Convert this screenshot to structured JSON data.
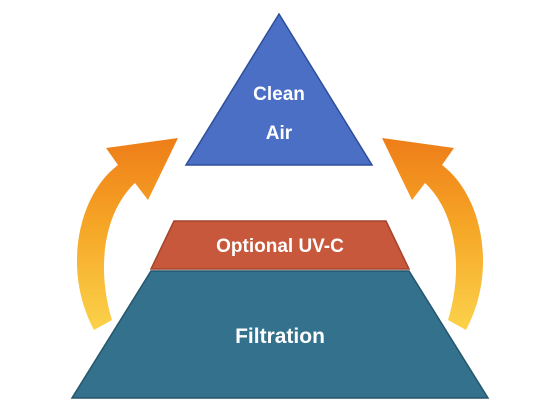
{
  "diagram": {
    "top_layer": {
      "line1": "Clean",
      "line2": "Air"
    },
    "middle_layer": {
      "label": "Optional UV-C"
    },
    "bottom_layer": {
      "label": "Filtration"
    }
  },
  "colors": {
    "top_fill": "#4a6fc4",
    "top_stroke": "#2d4e9a",
    "middle_fill": "#c8583c",
    "middle_stroke": "#a4442c",
    "bottom_fill": "#33718d",
    "bottom_stroke": "#24566c",
    "arrow_light": "#fbd24a",
    "arrow_dark": "#ee7d18",
    "label_text": "#ffffff"
  },
  "icons": {
    "left_arrow": "curved-up-arrow-icon",
    "right_arrow": "curved-up-arrow-icon"
  }
}
